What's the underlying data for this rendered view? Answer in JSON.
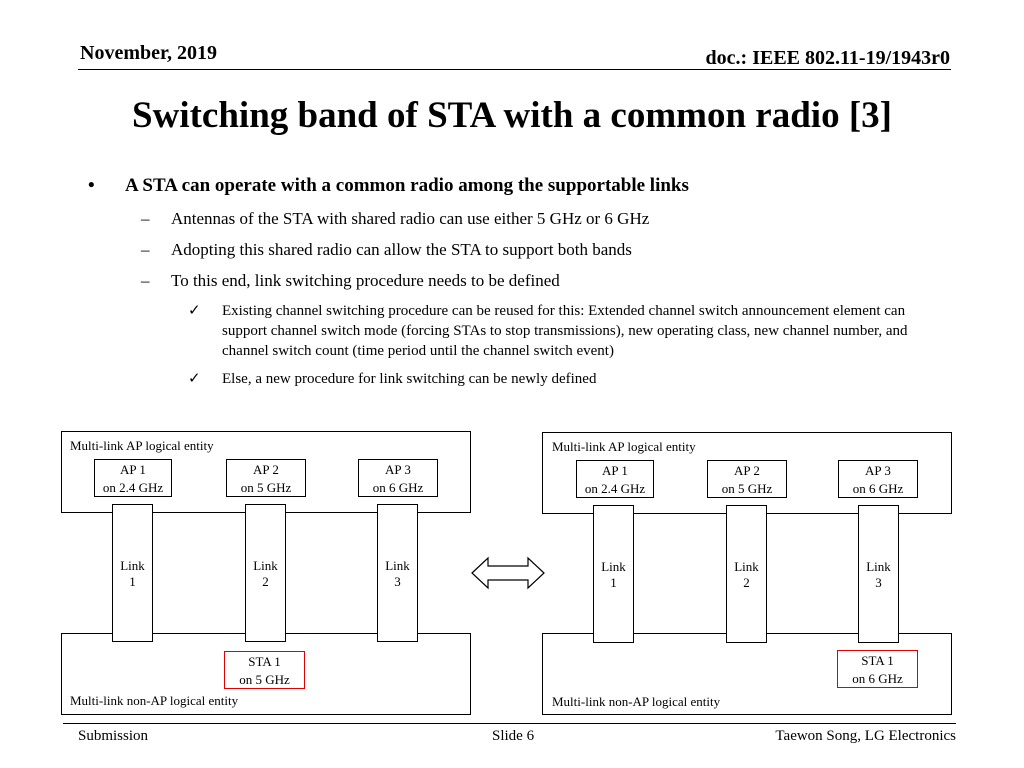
{
  "header": {
    "date": "November, 2019",
    "doc": "doc.: IEEE 802.11-19/1943r0"
  },
  "title": "Switching band of STA with a common radio [3]",
  "bullet": {
    "symbol": "•",
    "text": "A STA can operate with a common radio among the supportable links",
    "dash": "–",
    "check": "✓",
    "subs": [
      "Antennas of the STA with shared radio can use either 5 GHz or 6 GHz",
      "Adopting this shared radio can allow the STA to support both bands",
      "To this end, link switching procedure needs to be defined"
    ],
    "checks": [
      "Existing channel switching procedure can be reused for this: Extended channel switch announcement element can support channel switch mode (forcing STAs to stop transmissions), new operating class, new channel number, and channel switch count (time period until the channel switch event)",
      "Else, a new procedure for link switching can be newly defined"
    ]
  },
  "diagram": {
    "ap_entity_label": "Multi-link AP logical entity",
    "non_ap_entity_label": "Multi-link non-AP logical entity",
    "aps": [
      {
        "line1": "AP 1",
        "line2": "on 2.4 GHz"
      },
      {
        "line1": "AP 2",
        "line2": "on 5 GHz"
      },
      {
        "line1": "AP 3",
        "line2": "on 6 GHz"
      }
    ],
    "links": [
      {
        "line1": "Link",
        "line2": "1"
      },
      {
        "line1": "Link",
        "line2": "2"
      },
      {
        "line1": "Link",
        "line2": "3"
      }
    ],
    "left_sta": {
      "line1": "STA 1",
      "line2": "on 5 GHz"
    },
    "right_sta": {
      "line1": "STA 1",
      "line2": "on 6 GHz"
    },
    "sta_border_color": "#e00000"
  },
  "footer": {
    "left": "Submission",
    "center": "Slide 6",
    "right": "Taewon Song, LG Electronics"
  }
}
